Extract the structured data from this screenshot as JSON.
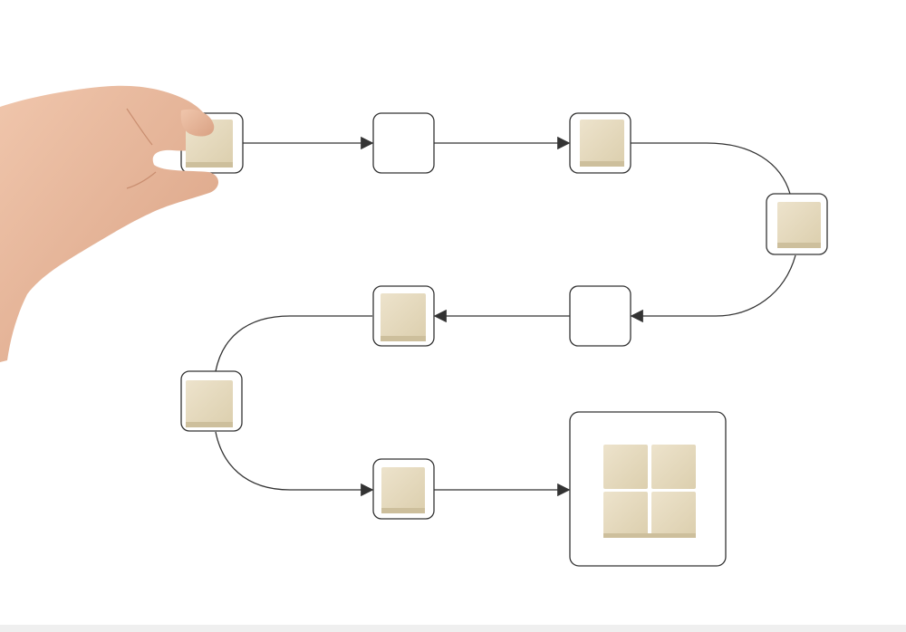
{
  "scene": {
    "background": "#ffffff",
    "line_color": "#333333",
    "cube_color": "#e8dcc0",
    "skin_color": "#e8b89c"
  },
  "nodes": [
    {
      "id": "step-1",
      "filled": true,
      "held": true
    },
    {
      "id": "step-2",
      "filled": false
    },
    {
      "id": "step-3",
      "filled": true
    },
    {
      "id": "step-4",
      "filled": true
    },
    {
      "id": "step-5",
      "filled": false
    },
    {
      "id": "step-6",
      "filled": true
    },
    {
      "id": "step-7",
      "filled": true
    },
    {
      "id": "step-8",
      "filled": true
    },
    {
      "id": "goal",
      "filled": true,
      "cube_count": 4
    }
  ]
}
